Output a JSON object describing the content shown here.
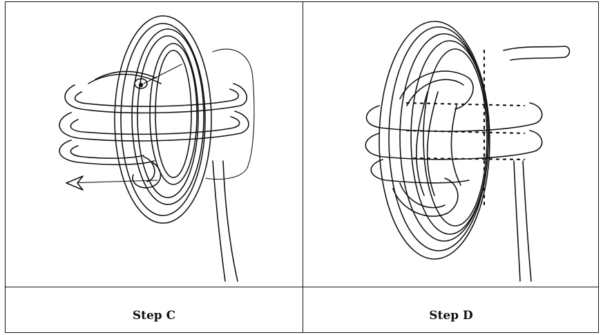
{
  "steps": [
    {
      "caption": "Step C",
      "icon": "knot-step-c-illustration"
    },
    {
      "caption": "Step D",
      "icon": "knot-step-d-illustration"
    }
  ]
}
